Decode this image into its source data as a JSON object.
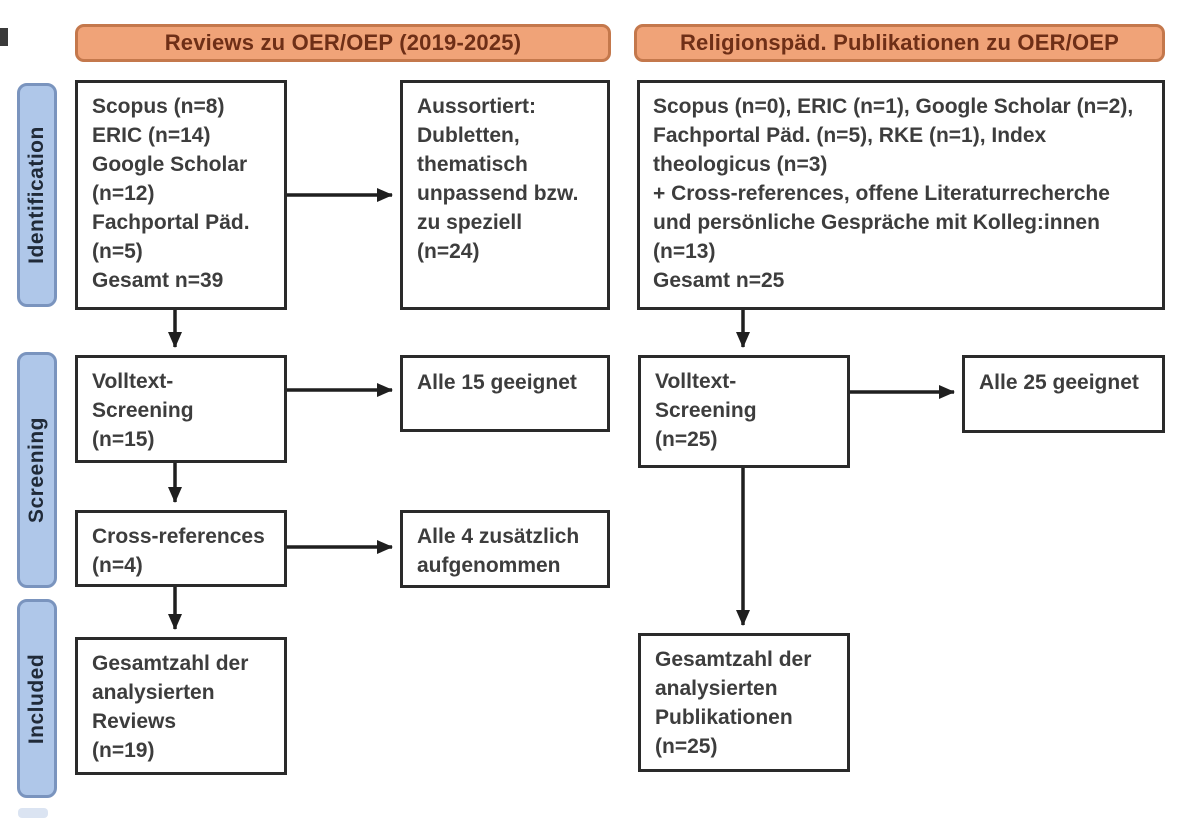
{
  "diagram": {
    "column_headers": {
      "left": "Reviews zu OER/OEP (2019-2025)",
      "right": "Religionspäd. Publikationen zu OER/OEP"
    },
    "stage_labels": {
      "identification": "Identification",
      "screening": "Screening",
      "included": "Included"
    },
    "left_flow": {
      "sources": "Scopus (n=8)\nERIC (n=14)\nGoogle Scholar\n(n=12)\nFachportal Päd.\n(n=5)\nGesamt n=39",
      "excluded": "Aussortiert:\nDubletten,\nthematisch\nunpassend bzw.\nzu speziell\n(n=24)",
      "fulltext_screening": "Volltext-\nScreening\n(n=15)",
      "fulltext_result": "Alle 15 geeignet",
      "cross_references": "Cross-references\n(n=4)",
      "cross_references_result": "Alle 4 zusätzlich\naufgenommen",
      "included_total": "Gesamtzahl der\nanalysierten\nReviews\n(n=19)"
    },
    "right_flow": {
      "sources": "Scopus (n=0), ERIC (n=1), Google Scholar (n=2),\nFachportal Päd. (n=5), RKE (n=1), Index\ntheologicus (n=3)\n+ Cross-references, offene Literaturrecherche\nund persönliche Gespräche mit Kolleg:innen\n(n=13)\nGesamt n=25",
      "fulltext_screening": "Volltext-\nScreening\n(n=25)",
      "fulltext_result": "Alle 25 geeignet",
      "included_total": "Gesamtzahl der\nanalysierten\nPublikationen\n(n=25)"
    },
    "colors": {
      "header_fill": "#F0A378",
      "header_border": "#C4784C",
      "header_text": "#6E2F17",
      "stage_fill": "#AFC7E9",
      "stage_border": "#7A94BE",
      "stage_text": "#202A38",
      "box_border": "#2A2A2A",
      "box_text": "#3D3D3D",
      "arrow": "#1F1F1F",
      "background": "#FFFFFF"
    }
  }
}
